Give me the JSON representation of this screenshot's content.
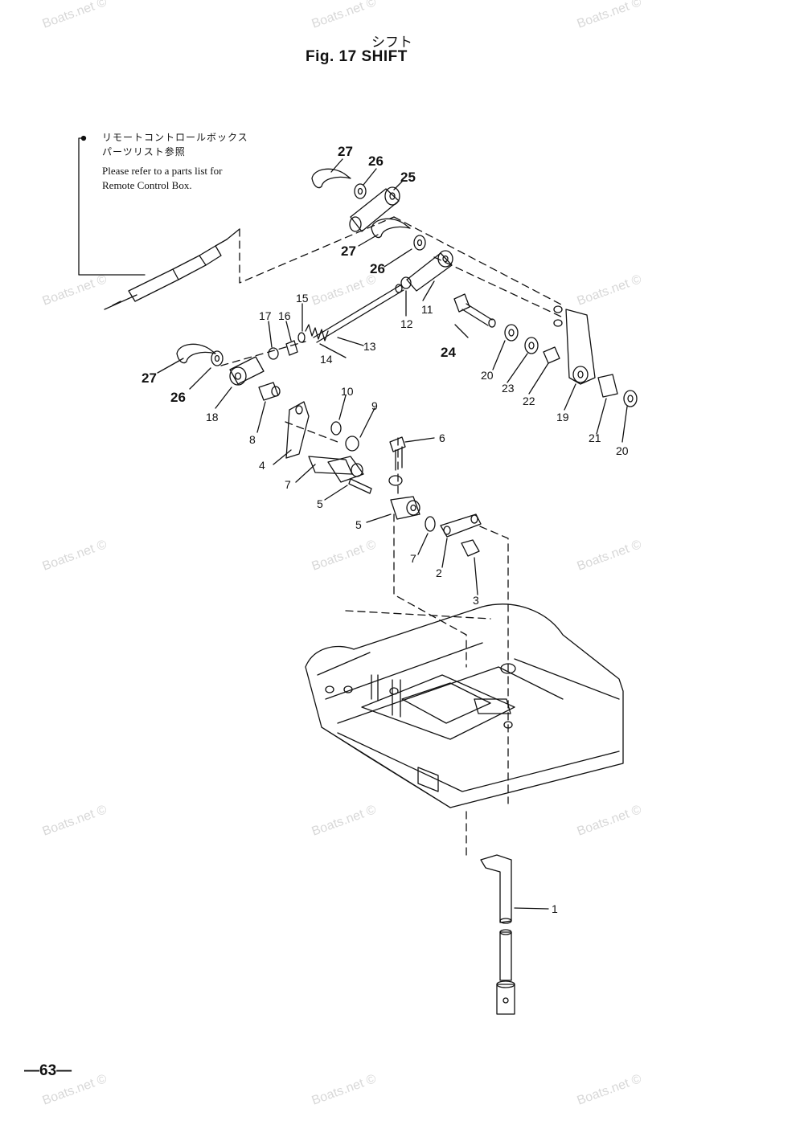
{
  "header": {
    "title_jp": "シフト",
    "title_en": "Fig. 17   SHIFT"
  },
  "note": {
    "jp_line1": "リモートコントロールボックス",
    "jp_line2": "パーツリスト参照",
    "en_line1": "Please refer to a parts list for",
    "en_line2": "Remote Control Box."
  },
  "page_number": "—63—",
  "watermark_text": "Boats.net ©",
  "callouts": [
    "27",
    "26",
    "25",
    "27",
    "26",
    "11",
    "12",
    "13",
    "14",
    "15",
    "16",
    "17",
    "24",
    "20",
    "23",
    "22",
    "19",
    "21",
    "20",
    "27",
    "26",
    "18",
    "8",
    "10",
    "9",
    "6",
    "4",
    "7",
    "5",
    "5",
    "7",
    "2",
    "3",
    "1"
  ],
  "colors": {
    "line": "#111111",
    "watermark": "#d8d8d8",
    "background": "#ffffff"
  }
}
